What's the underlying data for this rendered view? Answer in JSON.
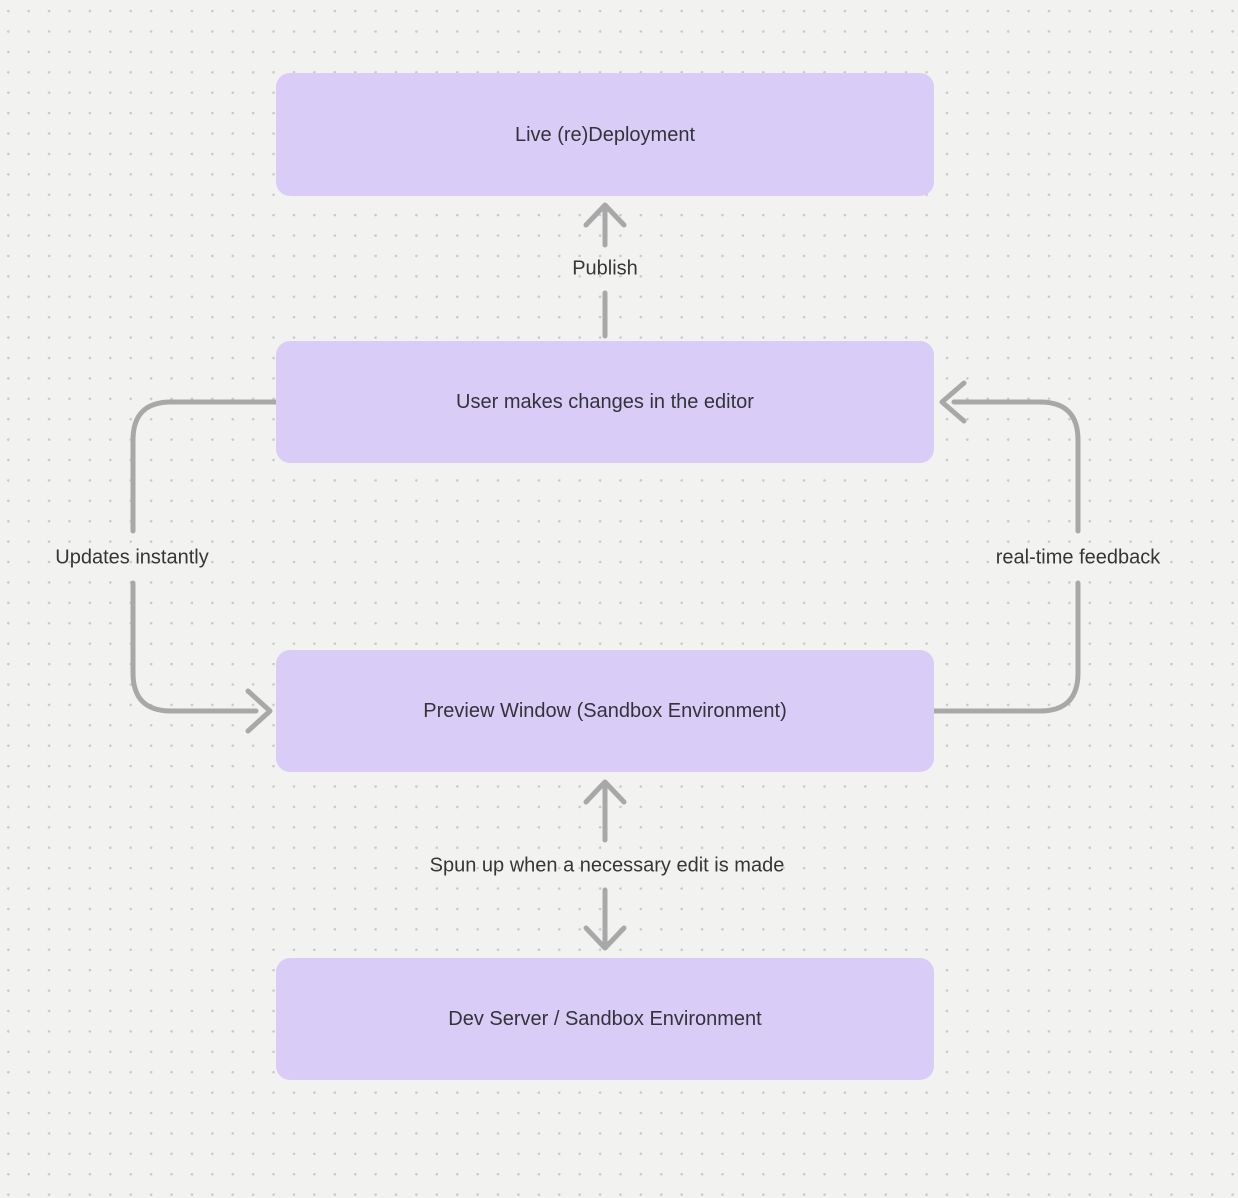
{
  "diagram": {
    "nodes": [
      {
        "id": "live",
        "label": "Live (re)Deployment"
      },
      {
        "id": "user",
        "label": "User makes changes in the editor"
      },
      {
        "id": "preview",
        "label": "Preview Window (Sandbox Environment)"
      },
      {
        "id": "dev",
        "label": "Dev Server / Sandbox Environment"
      }
    ],
    "edges": [
      {
        "id": "publish",
        "label": "Publish",
        "from": "user",
        "to": "live",
        "direction": "up"
      },
      {
        "id": "updates-instantly",
        "label": "Updates instantly",
        "from": "user",
        "to": "preview",
        "direction": "down-left-loop"
      },
      {
        "id": "realtime-feedback",
        "label": "real-time feedback",
        "from": "preview",
        "to": "user",
        "direction": "up-right-loop"
      },
      {
        "id": "spun-up",
        "label": "Spun up when a necessary edit is made",
        "from": "dev",
        "to": "preview",
        "direction": "both"
      }
    ],
    "colors": {
      "background": "#f2f2f0",
      "dot_grid": "#c9c9c7",
      "node_fill": "#d9cdf8",
      "node_text": "#333338",
      "arrow": "#a8a8a8",
      "edge_label_text": "#363636"
    }
  }
}
